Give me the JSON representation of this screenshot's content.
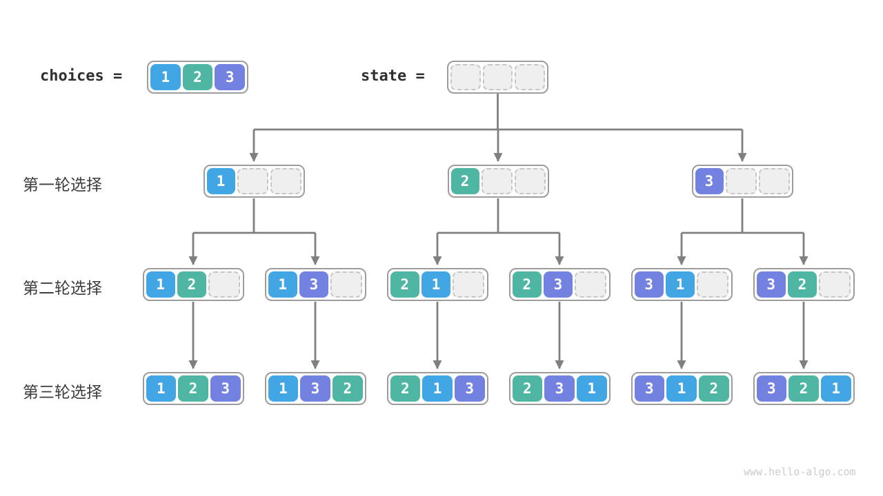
{
  "palette": {
    "value_colors": {
      "1": "#42a6e4",
      "2": "#4eb6a3",
      "3": "#7381e0"
    },
    "line": "#7f7f7f",
    "box_border": "#9c9c9c",
    "empty_fill": "#efefef",
    "empty_border": "#c6c6c6",
    "label_text": "#3d3d3d",
    "watermark_text": "#cbcbcb"
  },
  "header": {
    "choices_text": "choices =",
    "choices_values": [
      "1",
      "2",
      "3"
    ],
    "state_text": "state =",
    "state_values": [
      null,
      null,
      null
    ]
  },
  "rows": [
    {
      "label": "第一轮选择",
      "boxes": [
        [
          "1",
          null,
          null
        ],
        [
          "2",
          null,
          null
        ],
        [
          "3",
          null,
          null
        ]
      ]
    },
    {
      "label": "第二轮选择",
      "boxes": [
        [
          "1",
          "2",
          null
        ],
        [
          "1",
          "3",
          null
        ],
        [
          "2",
          "1",
          null
        ],
        [
          "2",
          "3",
          null
        ],
        [
          "3",
          "1",
          null
        ],
        [
          "3",
          "2",
          null
        ]
      ]
    },
    {
      "label": "第三轮选择",
      "boxes": [
        [
          "1",
          "2",
          "3"
        ],
        [
          "1",
          "3",
          "2"
        ],
        [
          "2",
          "1",
          "3"
        ],
        [
          "2",
          "3",
          "1"
        ],
        [
          "3",
          "1",
          "2"
        ],
        [
          "3",
          "2",
          "1"
        ]
      ]
    }
  ],
  "watermark": "www.hello-algo.com"
}
